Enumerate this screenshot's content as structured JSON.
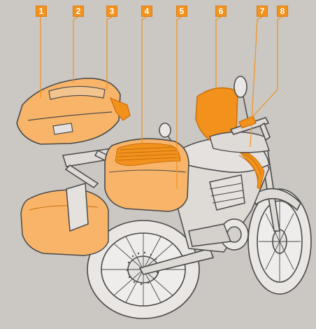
{
  "colors": {
    "background": "#cbc7c3",
    "accent": "#f2921d",
    "accent_light": "#f8b56a",
    "line": "#4a4a4a",
    "bike_fill": "#e9e6e3"
  },
  "callouts": [
    {
      "id": "1",
      "label": "1",
      "part": "top-case-lid"
    },
    {
      "id": "2",
      "label": "2",
      "part": "top-case-rack"
    },
    {
      "id": "3",
      "label": "3",
      "part": "top-case-backrest"
    },
    {
      "id": "4",
      "label": "4",
      "part": "side-case-lid-stripes"
    },
    {
      "id": "5",
      "label": "5",
      "part": "side-case-panel"
    },
    {
      "id": "6",
      "label": "6",
      "part": "windscreen"
    },
    {
      "id": "7",
      "label": "7",
      "part": "fuel-tank-stripe"
    },
    {
      "id": "8",
      "label": "8",
      "part": "handlebar-grip"
    }
  ]
}
